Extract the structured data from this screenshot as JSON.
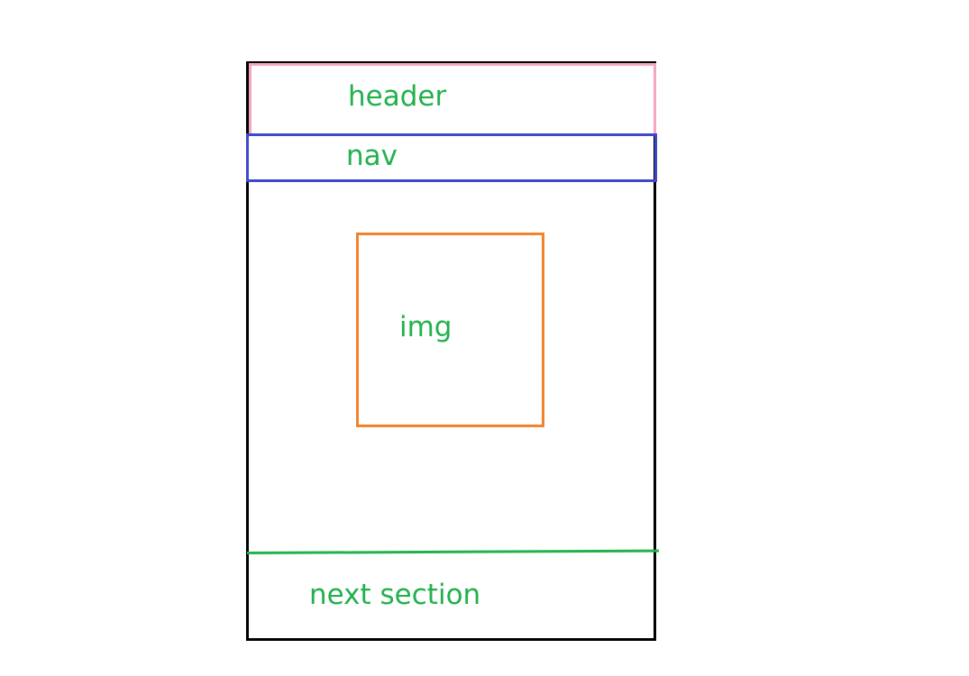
{
  "labels": {
    "header": "header",
    "nav": "nav",
    "img": "img",
    "next_section": "next section"
  },
  "colors": {
    "label_text": "#22b14c",
    "page_frame": "#000000",
    "header_box": "#f4a6c4",
    "nav_box": "#3f48cc",
    "img_box": "#f5822a",
    "section_divider": "#22b14c"
  }
}
